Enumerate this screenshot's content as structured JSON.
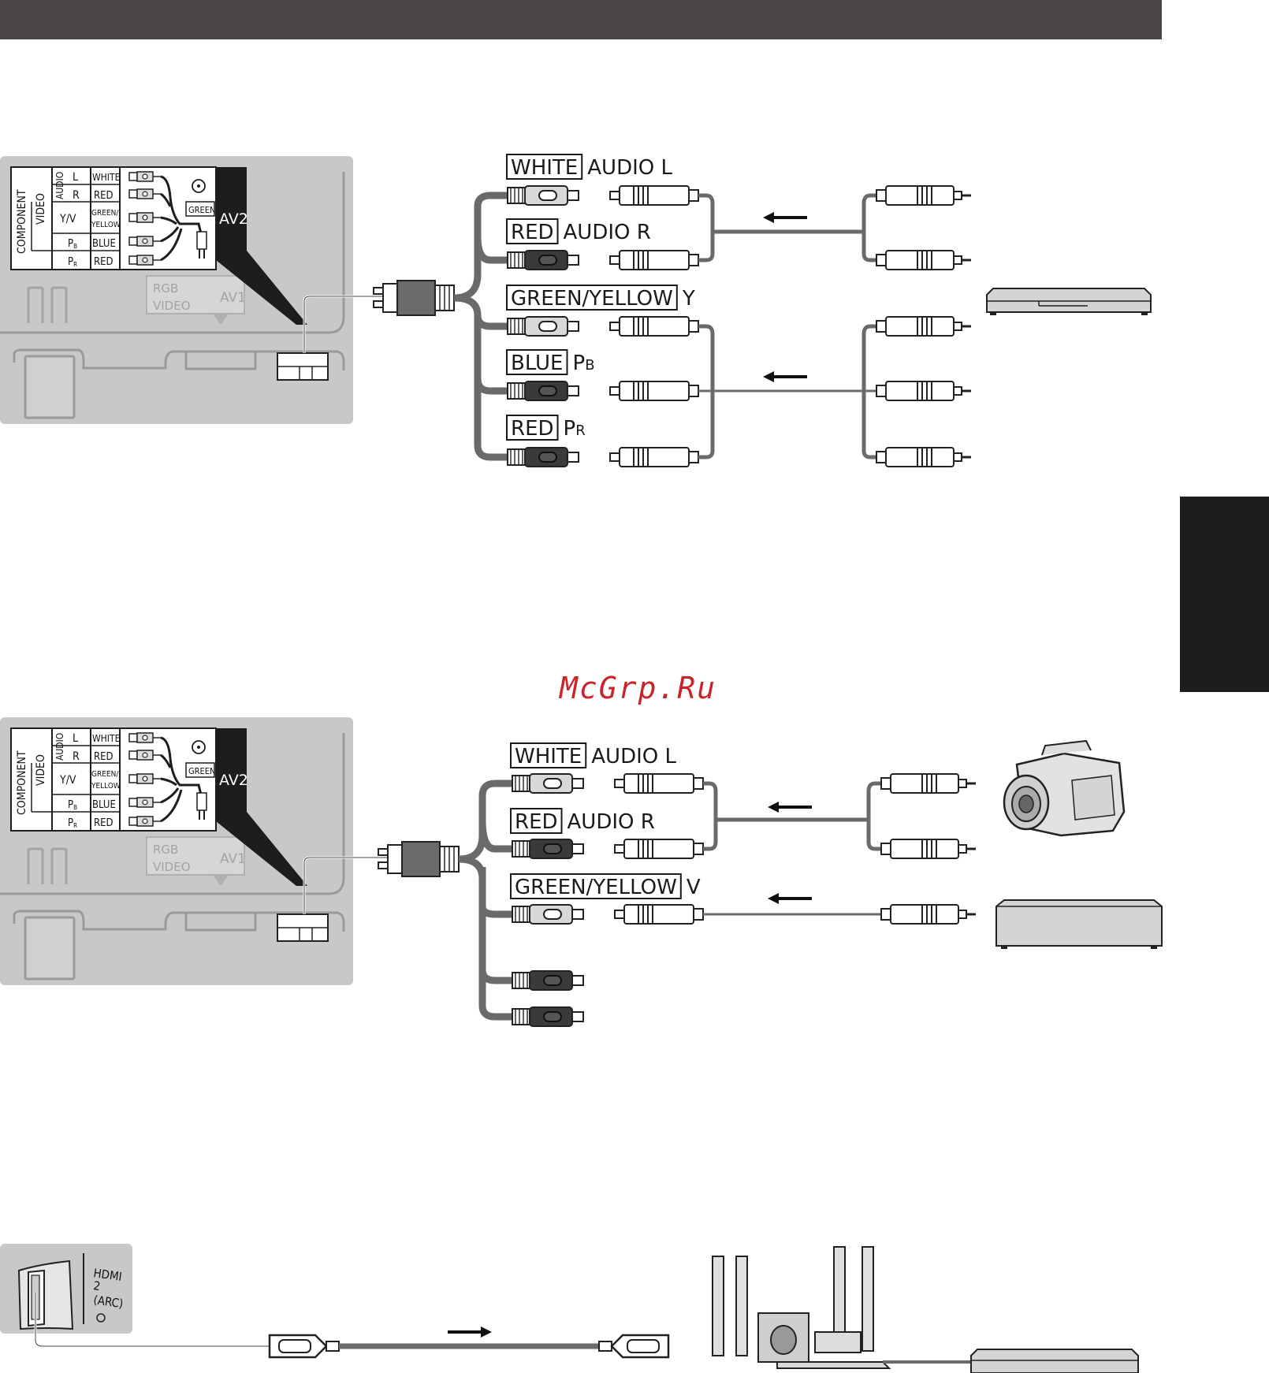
{
  "colors": {
    "header_bar": "#4a4648",
    "side_tab": "#1d1d1d",
    "panel": "#c8c8c8",
    "panel_line": "#9a9a9a",
    "cable": "#6a6a6a",
    "watermark": "#c8242b"
  },
  "watermark": "McGrp.Ru",
  "panel": {
    "component": "COMPONENT",
    "video": "VIDEO",
    "audio": "AUDIO",
    "rows": [
      {
        "id": "L",
        "color": "WHITE"
      },
      {
        "id": "R",
        "color": "RED"
      },
      {
        "id": "Y/V",
        "color": "GREEN/ YELLOW"
      },
      {
        "id": "PB",
        "color": "BLUE"
      },
      {
        "id": "PR",
        "color": "RED"
      }
    ],
    "green": "GREEN",
    "av2": "AV2",
    "rgb": "RGB",
    "video_in": "VIDEO",
    "av1": "AV1"
  },
  "diagram1": {
    "labels": [
      {
        "box": "WHITE",
        "text": "AUDIO L"
      },
      {
        "box": "RED",
        "text": "AUDIO R"
      },
      {
        "box": "GREEN/YELLOW",
        "text": "Y"
      },
      {
        "box": "BLUE",
        "text": "P",
        "sub": "B"
      },
      {
        "box": "RED",
        "text": "P",
        "sub": "R"
      }
    ]
  },
  "diagram2": {
    "labels": [
      {
        "box": "WHITE",
        "text": "AUDIO L"
      },
      {
        "box": "RED",
        "text": "AUDIO R"
      },
      {
        "box": "GREEN/YELLOW",
        "text": "V"
      }
    ]
  },
  "hdmi": {
    "port": "HDMI 2 (ARC)",
    "line1": "HDMI",
    "line2": "2",
    "line3": "(ARC)"
  }
}
